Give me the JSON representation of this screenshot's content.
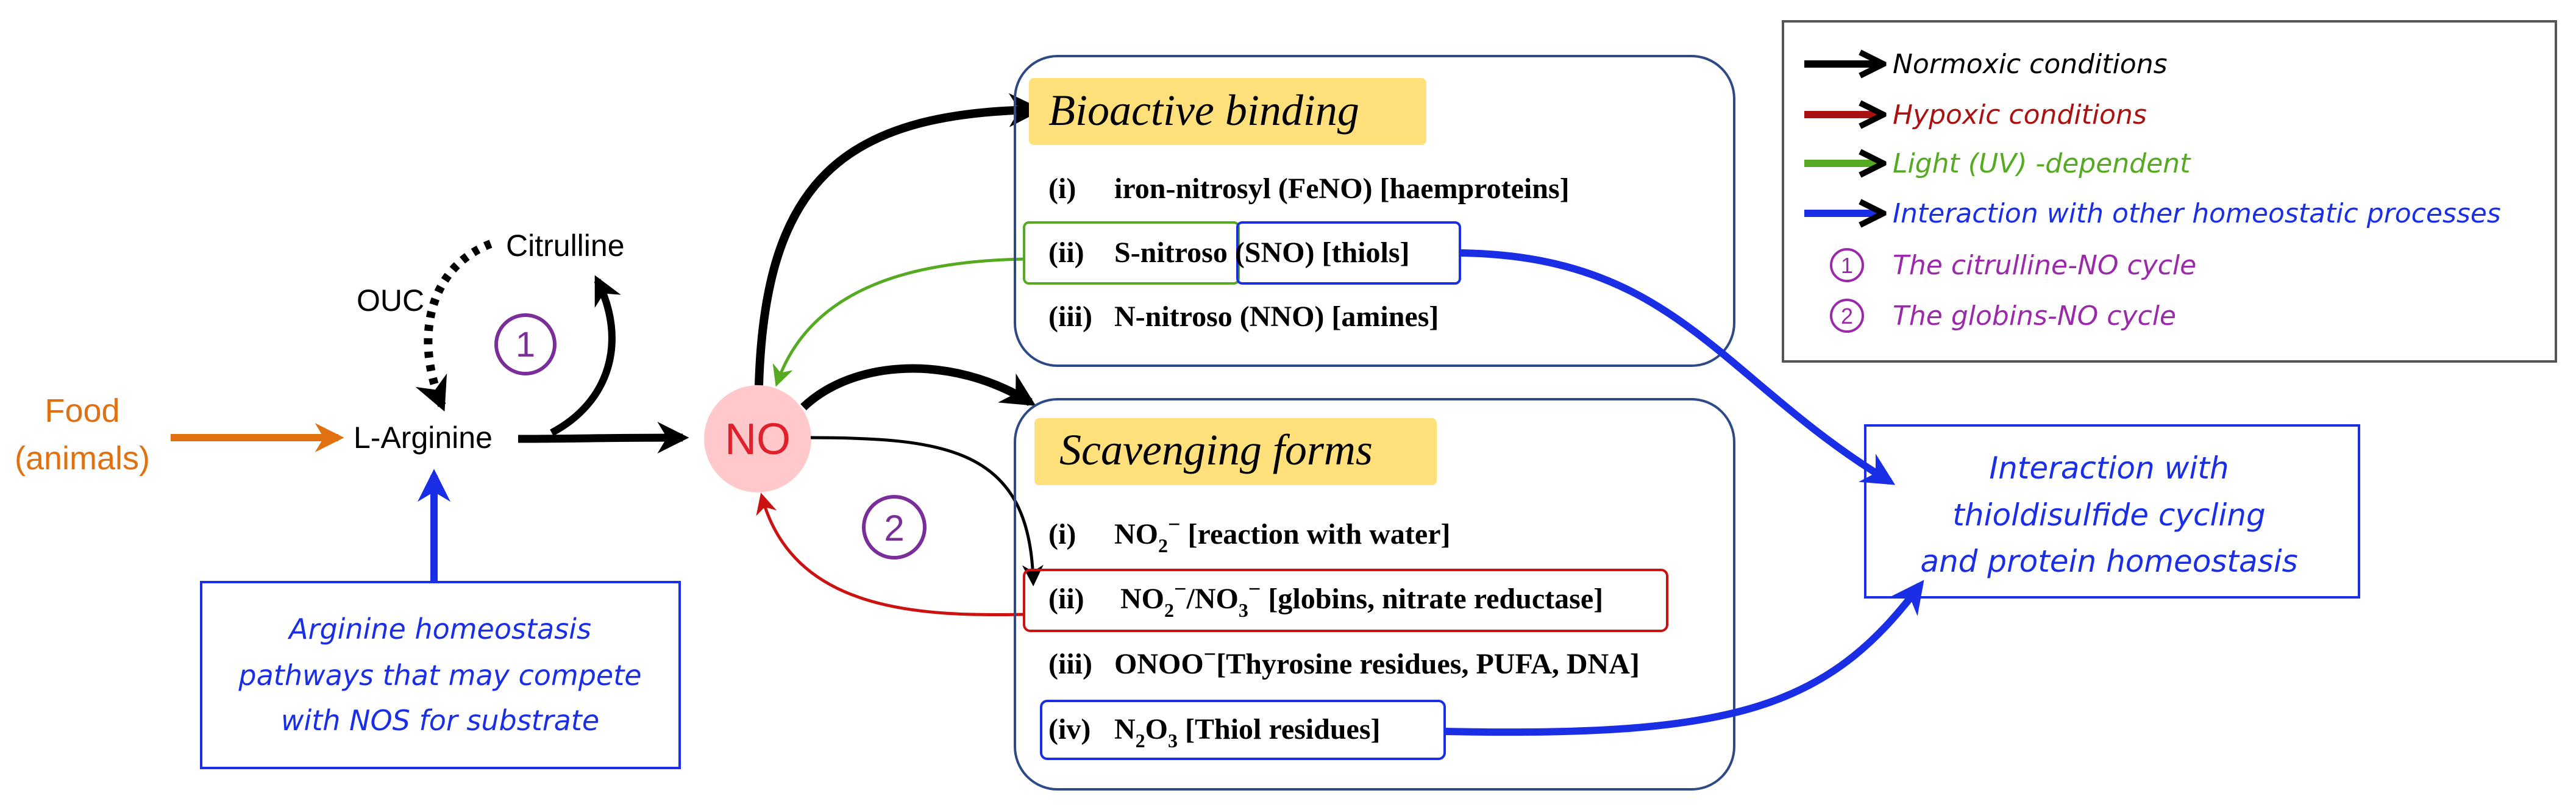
{
  "colors": {
    "normoxic": "#000000",
    "hypoxic": "#cc1111",
    "light": "#55aa22",
    "interaction": "#1a2ee6",
    "cycle": "#7a2e9a",
    "food": "#e07010",
    "no_fill": "#ffc9cc",
    "no_text": "#e0202a",
    "highlight": "#ffe07a",
    "panel_border": "#2e4a86"
  },
  "nodes": {
    "food_line1": "Food",
    "food_line2": "(animals)",
    "l_arginine": "L-Arginine",
    "ouc": "OUC",
    "citrulline": "Citrulline",
    "no": "NO",
    "cycle_1": "1",
    "cycle_2": "2"
  },
  "arginine_box": {
    "line1": "Arginine homeostasis",
    "line2": "pathways that may compete",
    "line3": "with NOS for substrate"
  },
  "interaction_box": {
    "line1": "Interaction with",
    "line2": "thioldisulfide cycling",
    "line3": "and protein homeostasis"
  },
  "bioactive": {
    "title": "Bioactive binding",
    "items": [
      {
        "num": "(i)",
        "text": "iron-nitrosyl (FeNO) [haemproteins]"
      },
      {
        "num": "(ii)",
        "text": "S-nitroso (SNO) [thiols]"
      },
      {
        "num": "(iii)",
        "text": "N-nitroso (NNO) [amines]"
      }
    ]
  },
  "scavenging": {
    "title": "Scavenging forms",
    "item1": {
      "num": "(i)",
      "formula": "NO",
      "sub": "2",
      "sup": "−",
      "rest": " [reaction with water]"
    },
    "item2": {
      "num": "(ii)",
      "f1": "NO",
      "f1sub": "2",
      "f1sup": "−",
      "slash": "/",
      "f2": "NO",
      "f2sub": "3",
      "f2sup": "−",
      "rest": " [globins, nitrate reductase]"
    },
    "item3": {
      "num": "(iii)",
      "formula": "ONOO",
      "sup": "−",
      "rest": "[Thyrosine residues, PUFA, DNA]"
    },
    "item4": {
      "num": "(iv)",
      "f1": "N",
      "f1sub": "2",
      "f2": "O",
      "f2sub": "3",
      "rest": "  [Thiol residues]"
    }
  },
  "legend": {
    "items": [
      {
        "label": "Normoxic conditions",
        "color": "#000000"
      },
      {
        "label": "Hypoxic conditions",
        "color": "#aa1111"
      },
      {
        "label": "Light (UV) -dependent",
        "color": "#55aa22"
      },
      {
        "label": "Interaction with other homeostatic processes",
        "color": "#1a2ee6"
      }
    ],
    "cycles": [
      {
        "num": "1",
        "label": "The citrulline-NO cycle"
      },
      {
        "num": "2",
        "label": "The globins-NO cycle"
      }
    ]
  }
}
